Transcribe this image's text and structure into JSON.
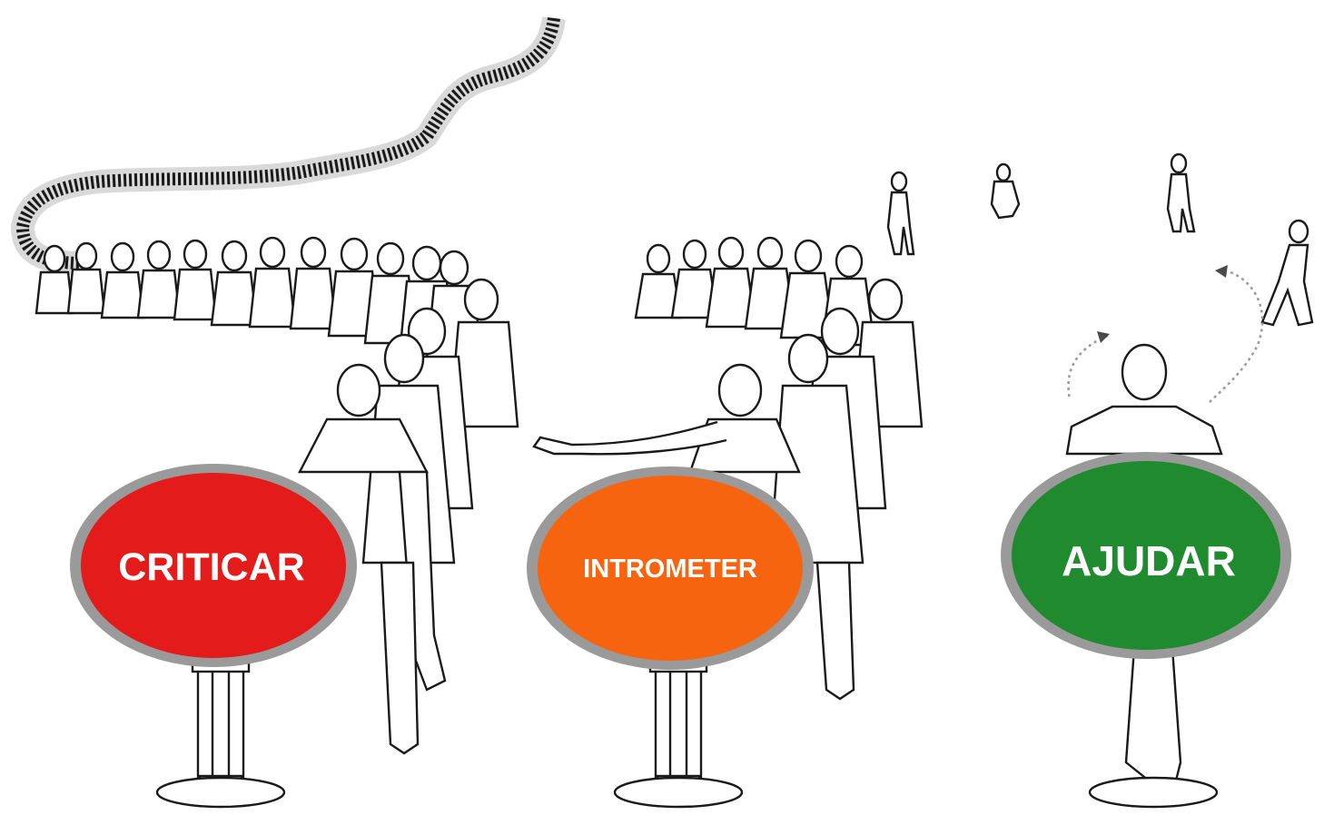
{
  "scene": {
    "description_free": true,
    "background_color": "#ffffff",
    "line_color": "#1a1a1a"
  },
  "signs": [
    {
      "id": "criticar",
      "label": "CRITICAR",
      "color": "#e31b1b",
      "rim_color": "#9a9a9a"
    },
    {
      "id": "intrometer",
      "label": "INTROMETER",
      "color": "#f7640f",
      "rim_color": "#9a9a9a"
    },
    {
      "id": "ajudar",
      "label": "AJUDAR",
      "color": "#1f8a2e",
      "rim_color": "#9a9a9a"
    }
  ]
}
